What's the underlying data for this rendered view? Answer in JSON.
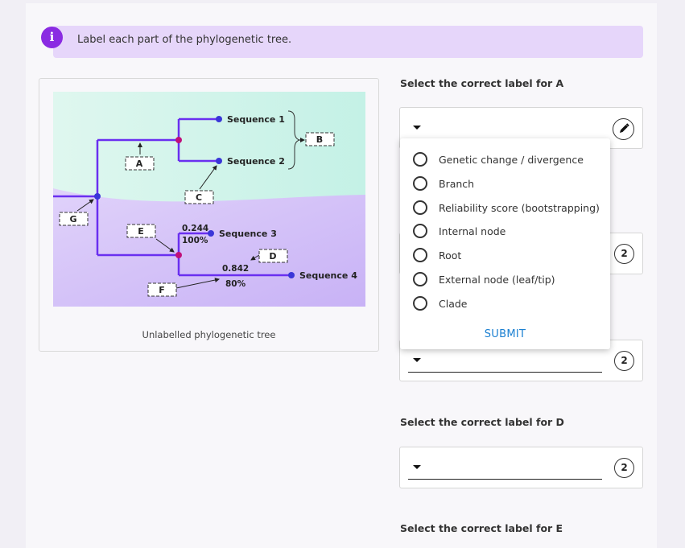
{
  "banner": {
    "icon": "info-icon",
    "icon_glyph": "i",
    "text": "Label each part of the phylogenetic tree."
  },
  "figure": {
    "labels": {
      "a": "A",
      "b": "B",
      "c": "C",
      "d": "D",
      "e": "E",
      "f": "F",
      "g": "G"
    },
    "sequences": [
      "Sequence 1",
      "Sequence 2",
      "Sequence 3",
      "Sequence 4"
    ],
    "annotations": {
      "dist_top": "0.244",
      "pct_top": "100%",
      "dist_bottom": "0.842",
      "pct_bottom": "80%"
    },
    "caption": "Unlabelled phylogenetic tree"
  },
  "questions": [
    {
      "label": "Select the correct label for A",
      "badge": ""
    },
    {
      "label": "",
      "badge": "2"
    },
    {
      "label": "",
      "badge": "2"
    },
    {
      "label": "Select the correct label for D",
      "badge": "2"
    },
    {
      "label": "Select the correct label for E",
      "badge": ""
    }
  ],
  "dropdown": {
    "options": [
      "Genetic change / divergence",
      "Branch",
      "Reliability score (bootstrapping)",
      "Internal node",
      "Root",
      "External node (leaf/tip)",
      "Clade"
    ],
    "submit": "SUBMIT"
  },
  "colors": {
    "tree_line": "#6a2ff0",
    "node": "#c0107a",
    "tip": "#3a36d8",
    "accent_banner": "#e6d6fa",
    "submit": "#1a7fd1"
  }
}
